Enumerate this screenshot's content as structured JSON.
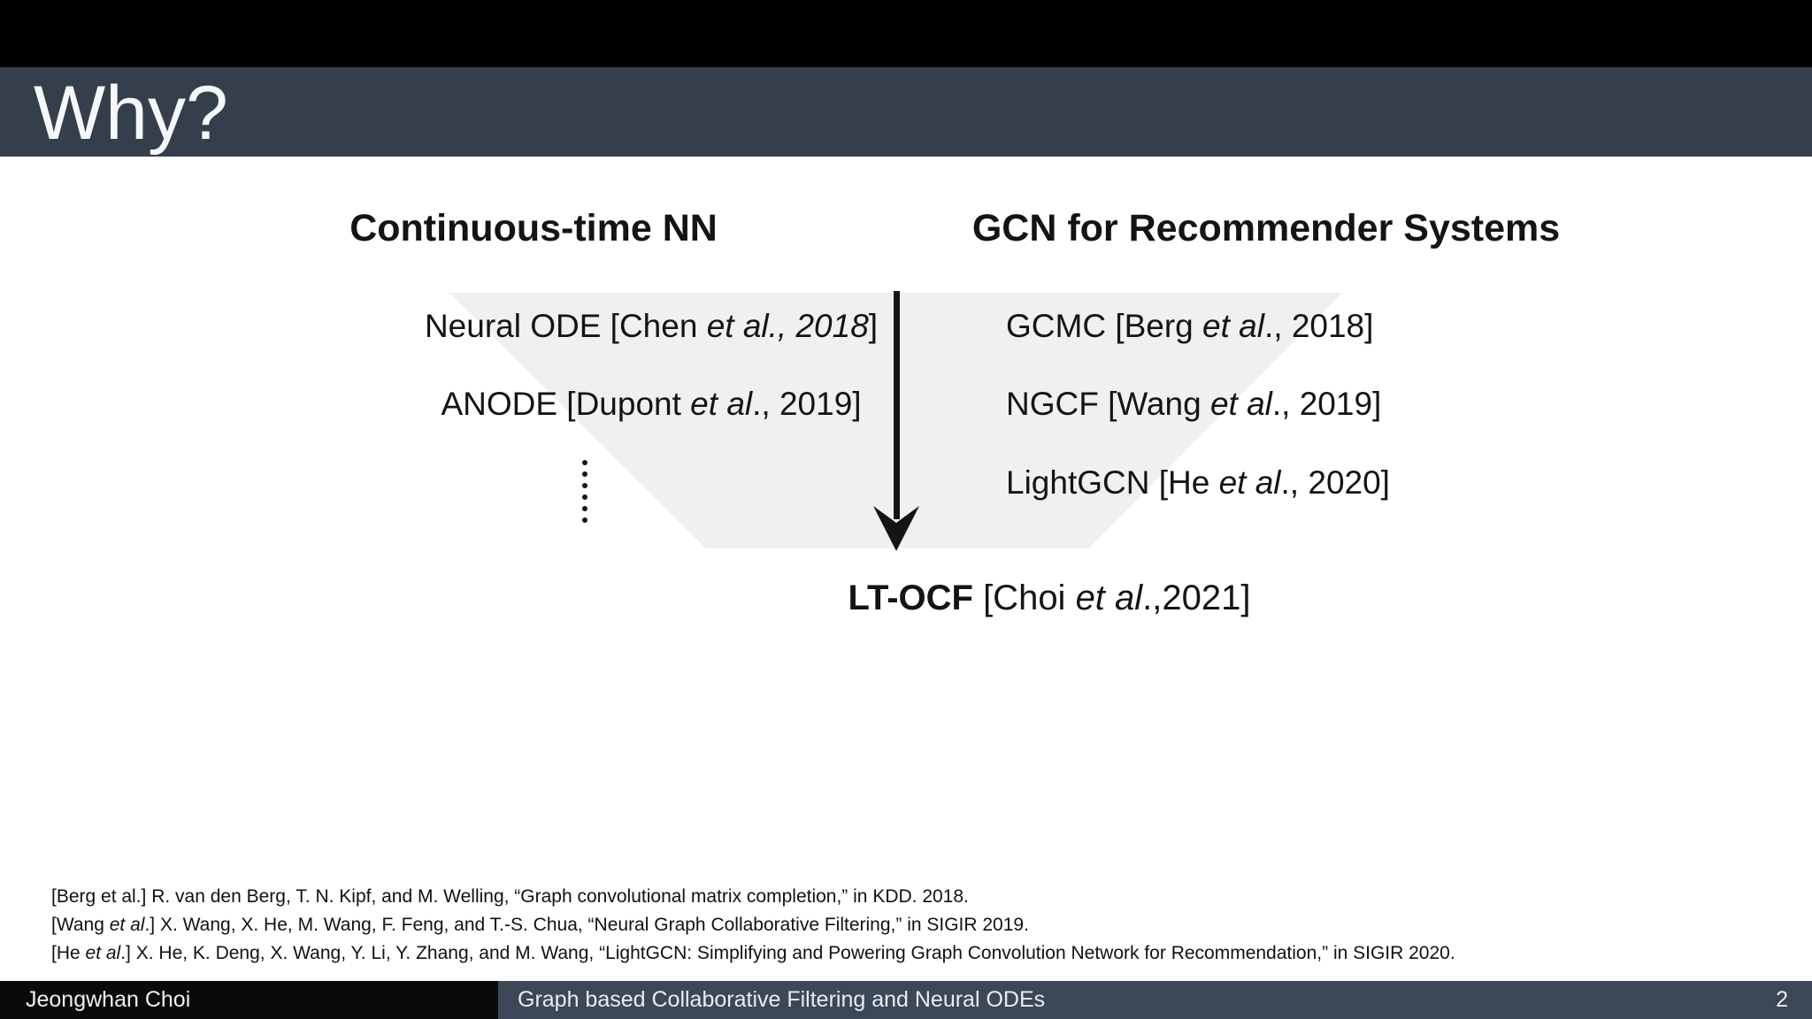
{
  "header": {
    "title": "Why?"
  },
  "columns": {
    "left": {
      "heading": "Continuous-time NN",
      "items": [
        {
          "segments": [
            {
              "t": "Neural ODE [Chen "
            },
            {
              "t": "et al., 2018",
              "i": true
            },
            {
              "t": "]"
            }
          ]
        },
        {
          "segments": [
            {
              "t": "ANODE [Dupont "
            },
            {
              "t": "et al",
              "i": true
            },
            {
              "t": "., 2019]"
            }
          ]
        }
      ]
    },
    "right": {
      "heading": "GCN for Recommender Systems",
      "items": [
        {
          "segments": [
            {
              "t": "GCMC [Berg "
            },
            {
              "t": "et al",
              "i": true
            },
            {
              "t": "., 2018]"
            }
          ]
        },
        {
          "segments": [
            {
              "t": "NGCF [Wang "
            },
            {
              "t": "et al",
              "i": true
            },
            {
              "t": "., 2019]"
            }
          ]
        },
        {
          "segments": [
            {
              "t": "LightGCN [He "
            },
            {
              "t": "et al",
              "i": true
            },
            {
              "t": "., 2020]"
            }
          ]
        }
      ]
    }
  },
  "result": {
    "segments": [
      {
        "t": "LT-OCF",
        "b": true
      },
      {
        "t": " [Choi "
      },
      {
        "t": "et al",
        "i": true
      },
      {
        "t": ".,2021]"
      }
    ]
  },
  "references": [
    {
      "segments": [
        {
          "t": "[Berg et al.] R. van den Berg, T. N. Kipf, and M. Welling, “Graph convolutional matrix completion,” in KDD. 2018."
        }
      ]
    },
    {
      "segments": [
        {
          "t": "[Wang "
        },
        {
          "t": "et al",
          "i": true
        },
        {
          "t": ".] X. Wang, X. He, M. Wang, F. Feng, and T.-S. Chua, “Neural Graph Collaborative Filtering,” in SIGIR 2019."
        }
      ]
    },
    {
      "segments": [
        {
          "t": "[He "
        },
        {
          "t": "et al",
          "i": true
        },
        {
          "t": ".] X. He, K. Deng, X. Wang, Y. Li, Y. Zhang, and M. Wang, “LightGCN: Simplifying and Powering Graph Convolution Network for Recommendation,” in SIGIR 2020."
        }
      ]
    }
  ],
  "footer": {
    "author": "Jeongwhan Choi",
    "presentation_title": "Graph based Collaborative Filtering and Neural ODEs",
    "page_number": "2"
  },
  "colors": {
    "top_bar": "#000000",
    "header_bar": "#353f4c",
    "header_text": "#f5f7f8",
    "footer_left_bg": "#0a0a0a",
    "footer_right_bg": "#3c4858",
    "funnel_fill": "#f0eff1",
    "arrow": "#141414",
    "body_text": "#141414"
  }
}
